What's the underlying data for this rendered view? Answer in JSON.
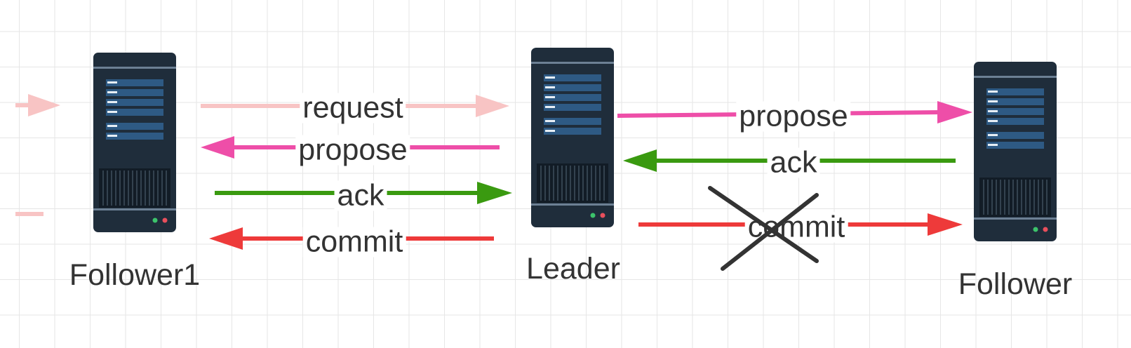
{
  "nodes": {
    "follower1": "Follower1",
    "leader": "Leader",
    "follower": "Follower"
  },
  "messages": {
    "request": "request",
    "propose_left": "propose",
    "ack_left": "ack",
    "commit_left": "commit",
    "propose_right": "propose",
    "ack_right": "ack",
    "commit_right": "commit"
  },
  "colors": {
    "request": "#f8c4c4",
    "propose": "#ee4ea8",
    "ack": "#3a9a10",
    "commit": "#ee3a3a",
    "server_body": "#1f2d3b",
    "server_panel": "#2e5a84",
    "cross": "#333333"
  },
  "icons": {
    "server": "server-icon",
    "failed": "cross-icon"
  }
}
